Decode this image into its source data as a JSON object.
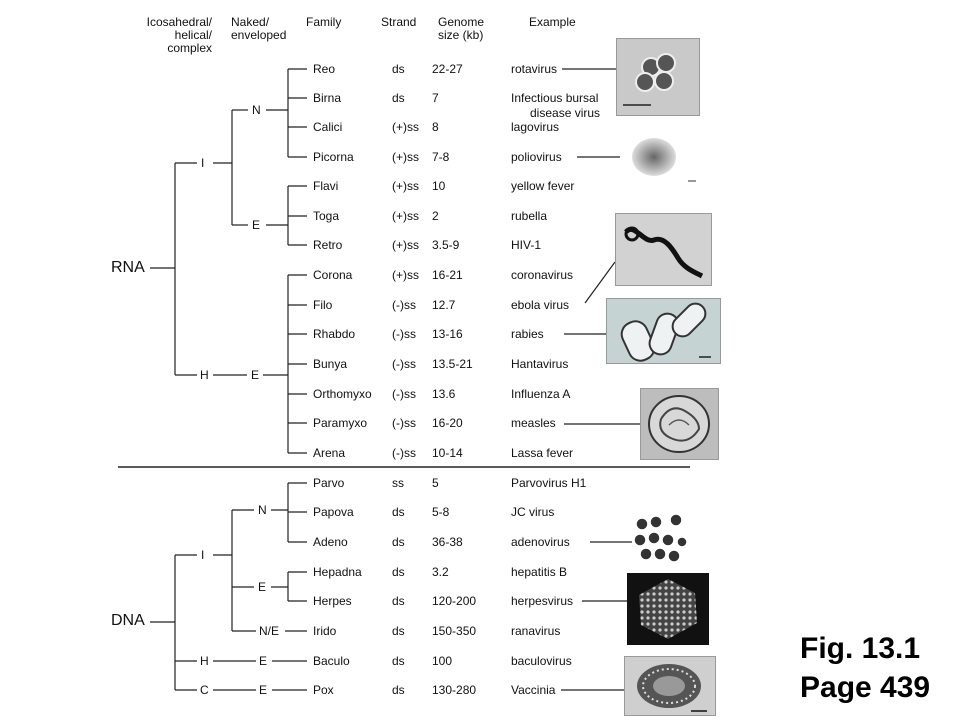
{
  "headers": {
    "symmetry": [
      "Icosahedral/",
      "helical/",
      "complex"
    ],
    "envelope": [
      "Naked/",
      "enveloped"
    ],
    "family": "Family",
    "strand": "Strand",
    "genome": [
      "Genome",
      "size (kb)"
    ],
    "example": "Example"
  },
  "groups": {
    "rna": "RNA",
    "dna": "DNA"
  },
  "tree_labels": {
    "rna_i": "I",
    "rna_i_n": "N",
    "rna_i_e": "E",
    "rna_h": "H",
    "rna_h_e": "E",
    "dna_i": "I",
    "dna_i_n": "N",
    "dna_i_e": "E",
    "dna_i_ne": "N/E",
    "dna_h": "H",
    "dna_h_e": "E",
    "dna_c": "C",
    "dna_c_e": "E"
  },
  "rna_rows": [
    {
      "family": "Reo",
      "strand": "ds",
      "size": "22-27",
      "example": "rotavirus"
    },
    {
      "family": "Birna",
      "strand": "ds",
      "size": "7",
      "example": "Infectious bursal",
      "example2": "disease virus"
    },
    {
      "family": "Calici",
      "strand": "(+)ss",
      "size": "8",
      "example": "lagovirus"
    },
    {
      "family": "Picorna",
      "strand": "(+)ss",
      "size": "7-8",
      "example": "poliovirus"
    },
    {
      "family": "Flavi",
      "strand": "(+)ss",
      "size": "10",
      "example": "yellow fever"
    },
    {
      "family": "Toga",
      "strand": "(+)ss",
      "size": "2",
      "example": "rubella"
    },
    {
      "family": "Retro",
      "strand": "(+)ss",
      "size": "3.5-9",
      "example": "HIV-1"
    },
    {
      "family": "Corona",
      "strand": "(+)ss",
      "size": "16-21",
      "example": "coronavirus"
    },
    {
      "family": "Filo",
      "strand": "(-)ss",
      "size": "12.7",
      "example": "ebola virus"
    },
    {
      "family": "Rhabdo",
      "strand": "(-)ss",
      "size": "13-16",
      "example": "rabies"
    },
    {
      "family": "Bunya",
      "strand": "(-)ss",
      "size": "13.5-21",
      "example": "Hantavirus"
    },
    {
      "family": "Orthomyxo",
      "strand": "(-)ss",
      "size": "13.6",
      "example": "Influenza A"
    },
    {
      "family": "Paramyxo",
      "strand": "(-)ss",
      "size": "16-20",
      "example": "measles"
    },
    {
      "family": "Arena",
      "strand": "(-)ss",
      "size": "10-14",
      "example": "Lassa fever"
    }
  ],
  "dna_rows": [
    {
      "family": "Parvo",
      "strand": "ss",
      "size": "5",
      "example": "Parvovirus H1"
    },
    {
      "family": "Papova",
      "strand": "ds",
      "size": "5-8",
      "example": "JC virus"
    },
    {
      "family": "Adeno",
      "strand": "ds",
      "size": "36-38",
      "example": "adenovirus"
    },
    {
      "family": "Hepadna",
      "strand": "ds",
      "size": "3.2",
      "example": "hepatitis B"
    },
    {
      "family": "Herpes",
      "strand": "ds",
      "size": "120-200",
      "example": "herpesvirus"
    },
    {
      "family": "Irido",
      "strand": "ds",
      "size": "150-350",
      "example": "ranavirus"
    },
    {
      "family": "Baculo",
      "strand": "ds",
      "size": "100",
      "example": "baculovirus"
    },
    {
      "family": "Pox",
      "strand": "ds",
      "size": "130-280",
      "example": "Vaccinia"
    }
  ],
  "figure": {
    "number": "Fig. 13.1",
    "page": "Page 439"
  }
}
